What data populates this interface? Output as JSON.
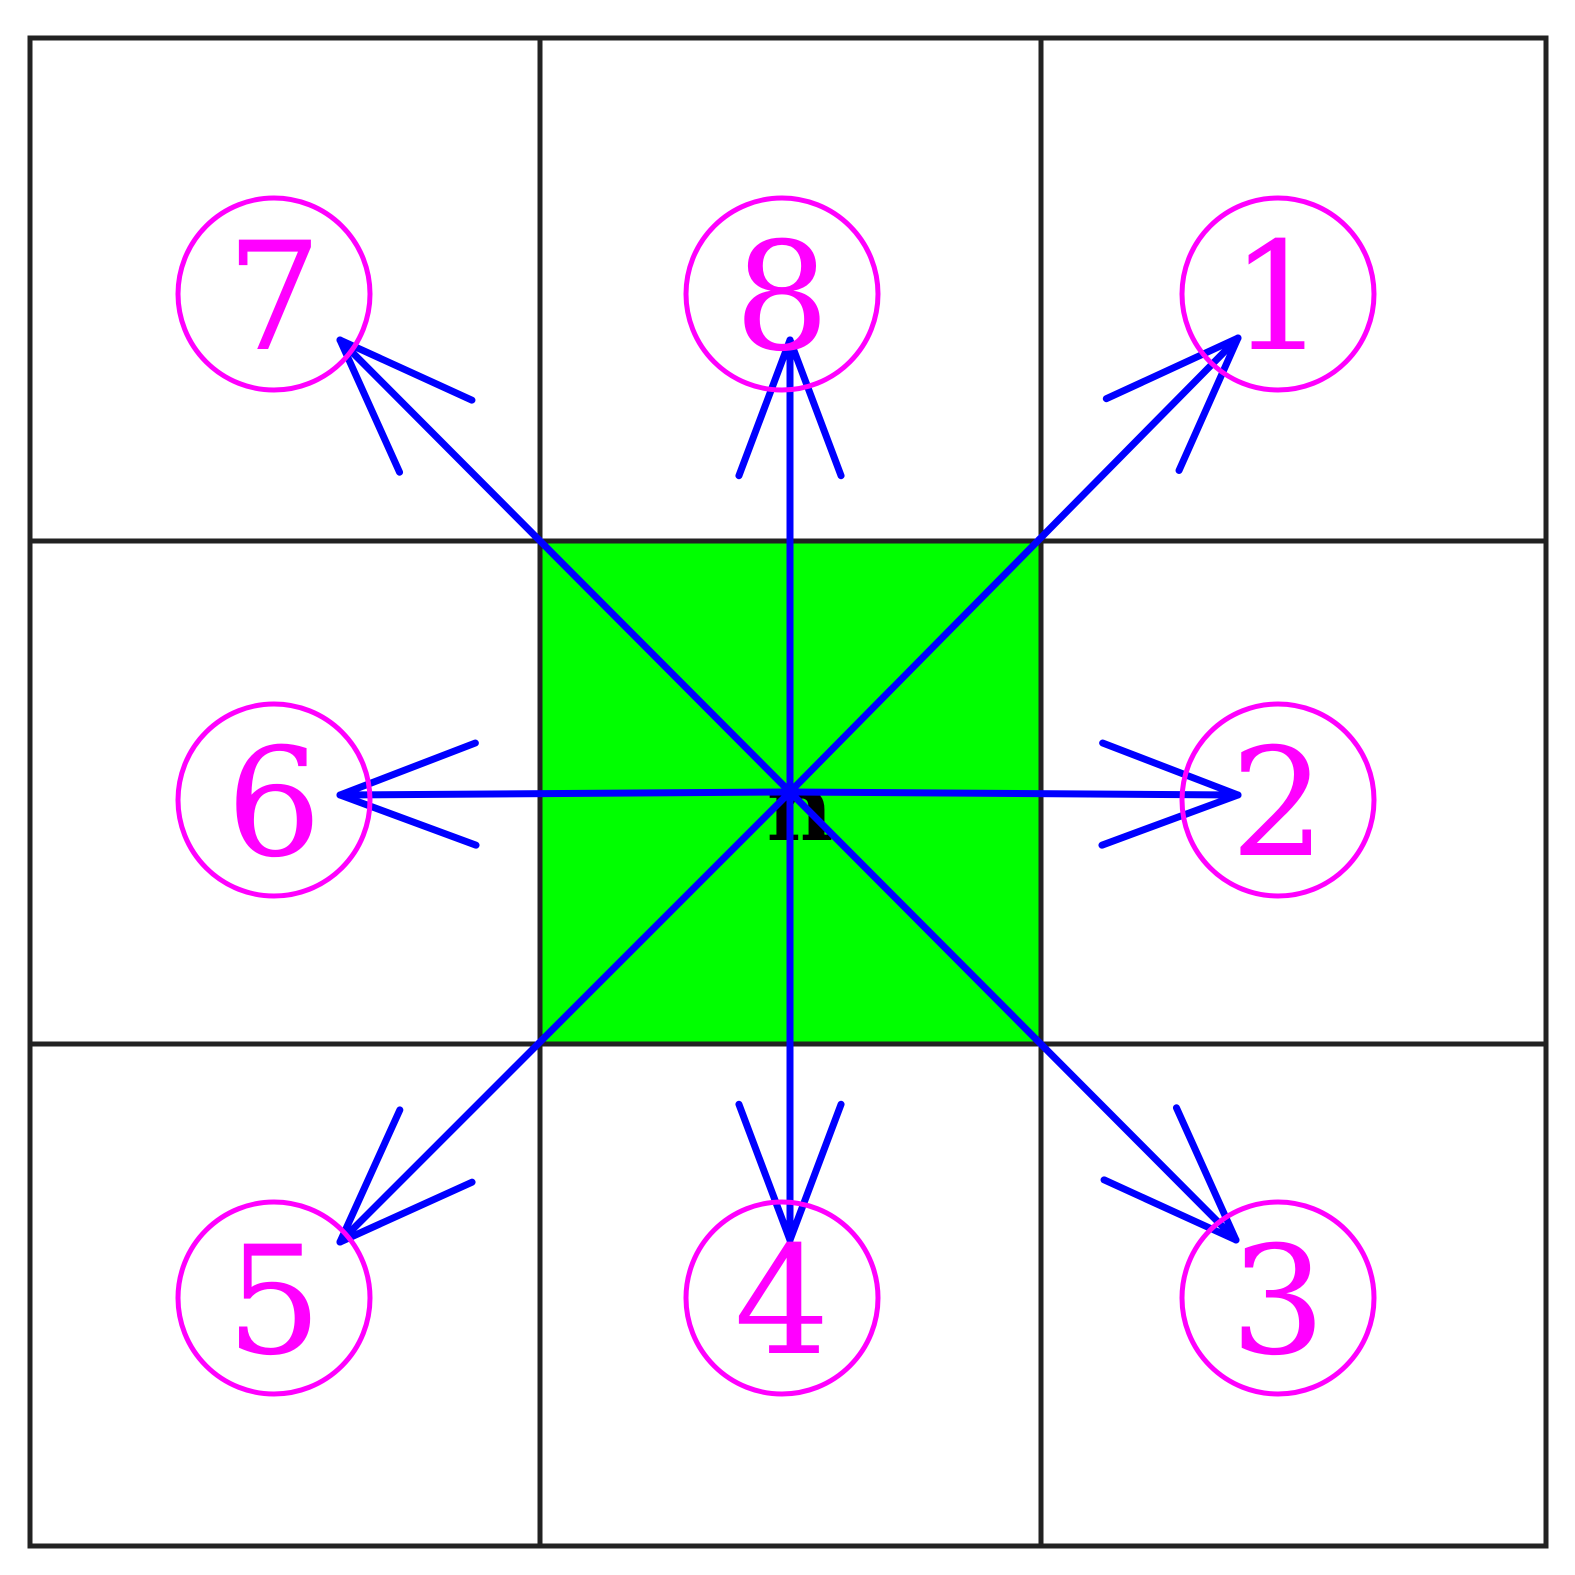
{
  "colors": {
    "center_fill": "#00ff00",
    "arrow": "#0000ff",
    "label": "#ff00ff",
    "grid": "#222222",
    "background": "#ffffff"
  },
  "center": {
    "label": "n"
  },
  "directions": [
    {
      "number": "1",
      "label": "1",
      "position": "top-right"
    },
    {
      "number": "2",
      "label": "2",
      "position": "right"
    },
    {
      "number": "3",
      "label": "3",
      "position": "bottom-right"
    },
    {
      "number": "4",
      "label": "4",
      "position": "bottom"
    },
    {
      "number": "5",
      "label": "5",
      "position": "bottom-left"
    },
    {
      "number": "6",
      "label": "6",
      "position": "left"
    },
    {
      "number": "7",
      "label": "7",
      "position": "top-left"
    },
    {
      "number": "8",
      "label": "8",
      "position": "top"
    }
  ]
}
